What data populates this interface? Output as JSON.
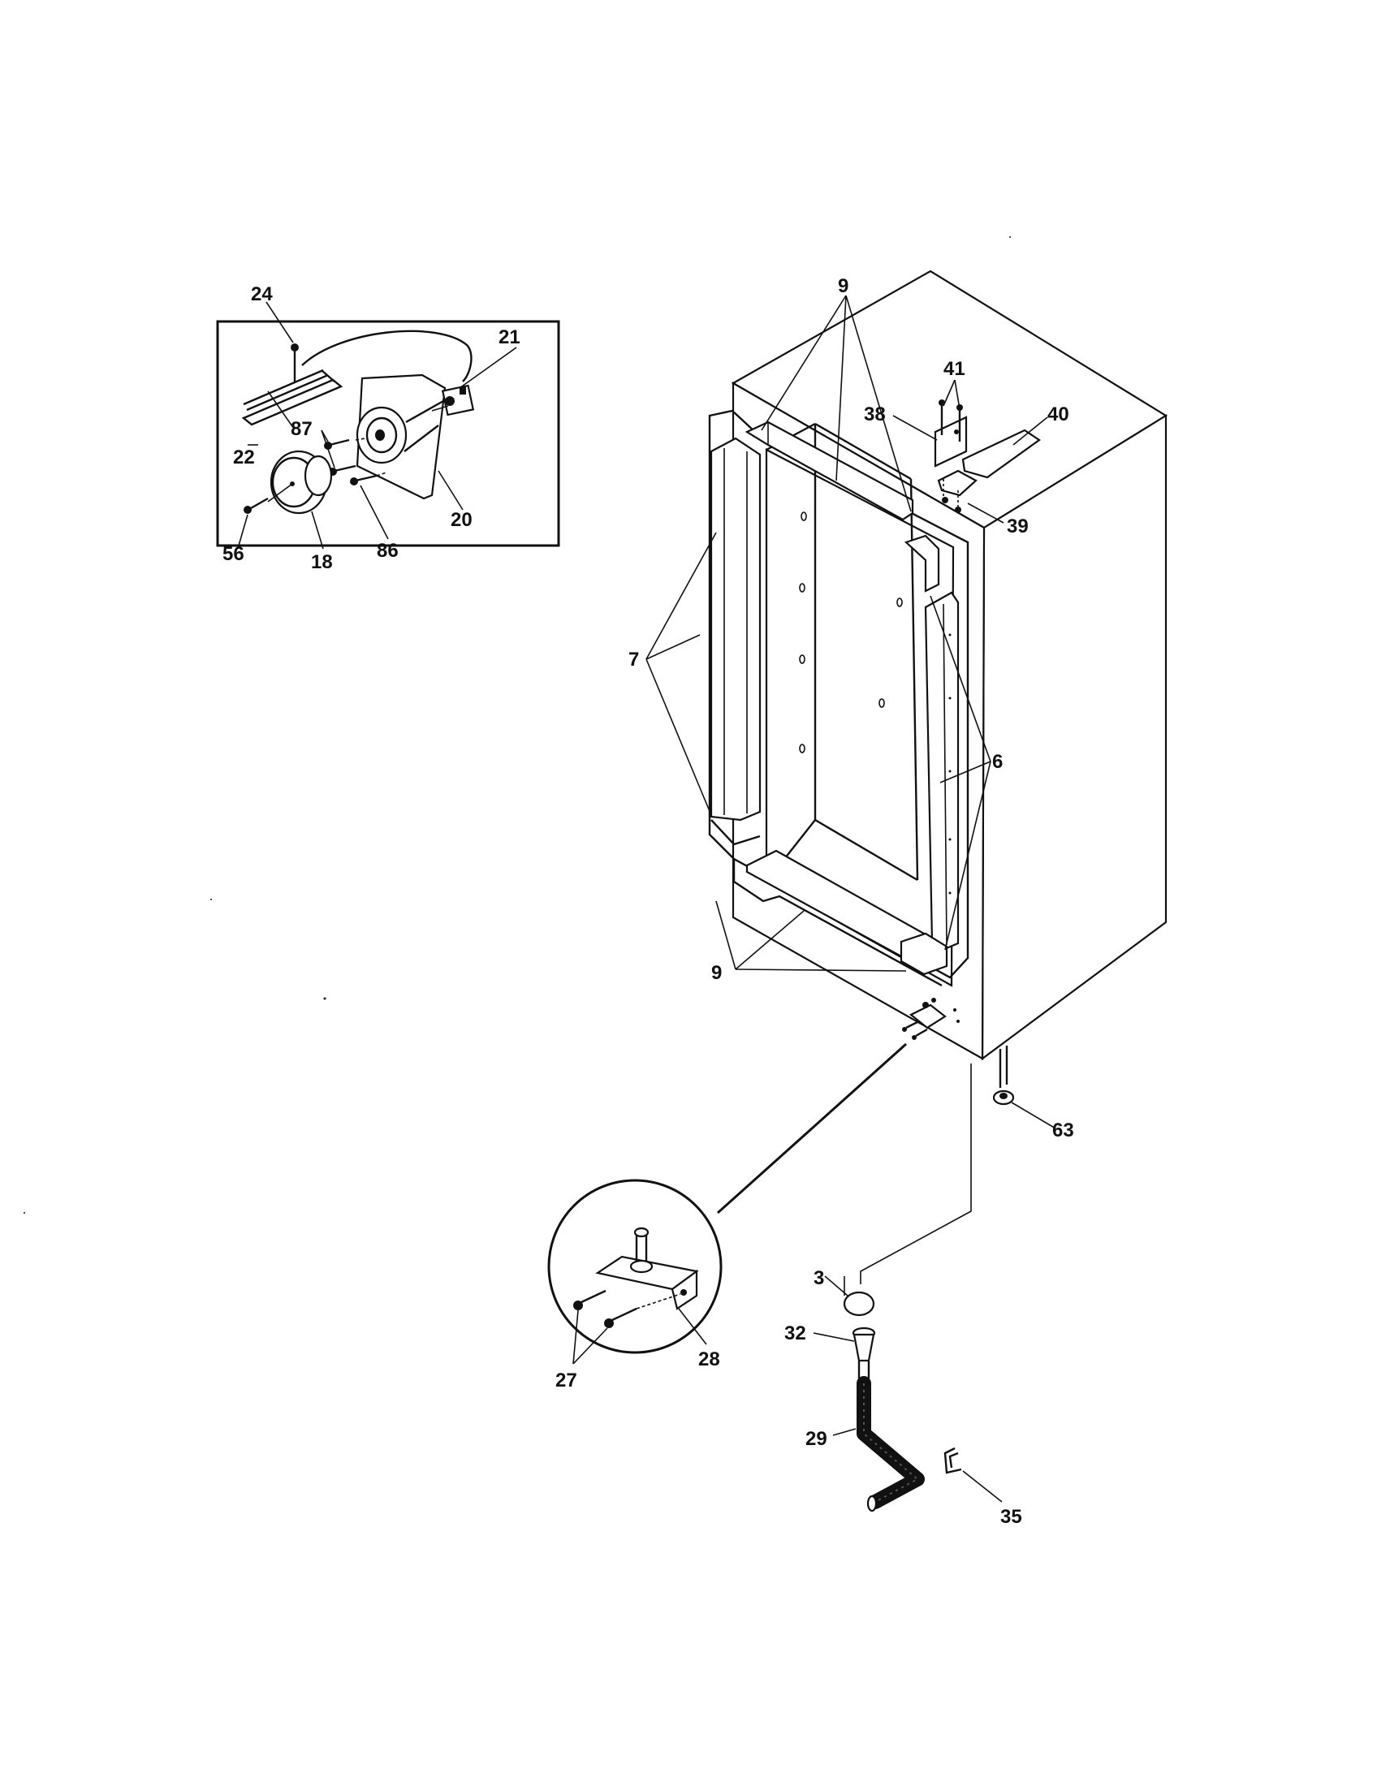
{
  "part_labels": {
    "p24": "24",
    "p21": "21",
    "p87": "87",
    "p22": "22",
    "p20": "20",
    "p56": "56",
    "p18": "18",
    "p86": "86",
    "p9_top": "9",
    "p41": "41",
    "p38": "38",
    "p40": "40",
    "p39": "39",
    "p7": "7",
    "p6": "6",
    "p9_bottom": "9",
    "p63": "63",
    "p3": "3",
    "p32": "32",
    "p27": "27",
    "p28": "28",
    "p29": "29",
    "p35": "35"
  }
}
